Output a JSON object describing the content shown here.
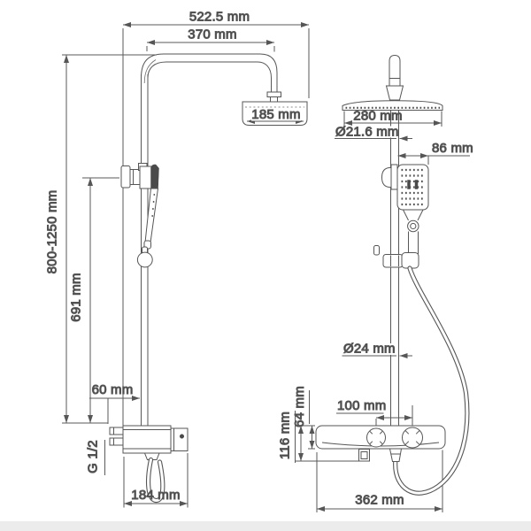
{
  "colors": {
    "line": "#565656",
    "text": "#3d3d3d",
    "dark_fill": "#4a4a4a",
    "background": "#ffffff",
    "footer_strip": "#ececec"
  },
  "left_view": {
    "total_width": "522.5 mm",
    "arm_reach": "370 mm",
    "overhead_diameter": "185 mm",
    "height_range": "800-1250 mm",
    "slide_bar_height": "691 mm",
    "wall_offset": "60 mm",
    "thread_size": "G 1/2",
    "base_depth": "184 mm"
  },
  "right_view": {
    "overhead_diameter": "280 mm",
    "riser_diameter": "Ø21.6 mm",
    "hand_shower_width": "86 mm",
    "pipe_diameter": "Ø24 mm",
    "handle_spacing": "100 mm",
    "panel_height": "64 mm",
    "panel_total_height": "116 mm",
    "panel_width": "362 mm"
  }
}
